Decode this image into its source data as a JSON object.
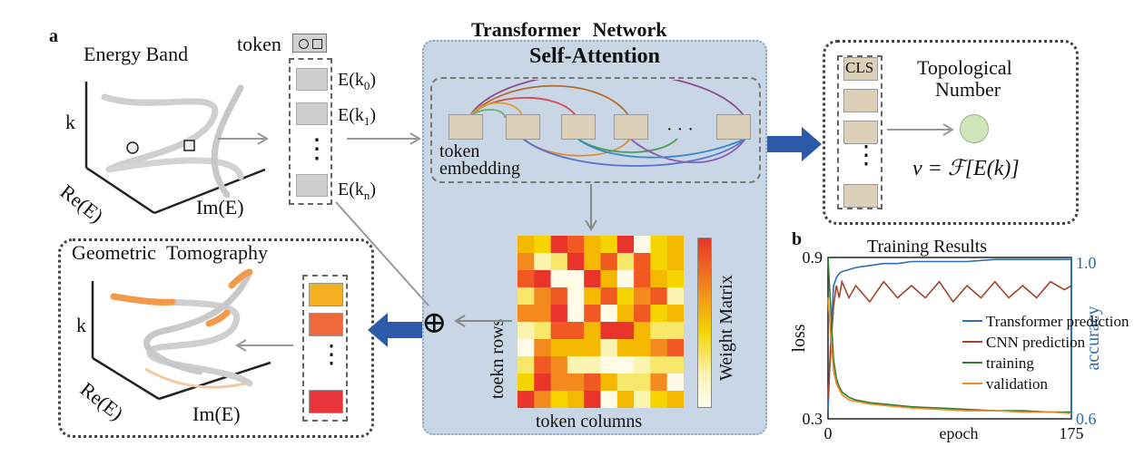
{
  "panel_a": {
    "label": "a",
    "energy_band": {
      "title": "Energy Band",
      "axis_k": "k",
      "axis_re": "Re(E)",
      "axis_im": "Im(E)"
    },
    "tokens": {
      "title": "token",
      "items": [
        "E(k",
        "E(k",
        "E(k"
      ],
      "subs": [
        "0",
        "1",
        "n"
      ],
      "close": ")",
      "ellipsis": "⋮"
    },
    "transformer": {
      "title": "Transformer Network",
      "attention": "Self-Attention",
      "embed_label_1": "token",
      "embed_label_2": "embedding",
      "ellipsis": "· · ·"
    },
    "heatmap": {
      "rows_label": "toekn rows",
      "cols_label": "token columns",
      "colorbar_label": "Weight Matrix"
    },
    "topological": {
      "title_1": "Topological",
      "title_2": "Number",
      "cls": "CLS",
      "formula": "v = ℱ[E(k)]"
    },
    "tomography": {
      "title": "Geometric Tomography",
      "axis_k": "k",
      "axis_re": "Re(E)",
      "axis_im": "Im(E)",
      "colors": [
        "#f4b020",
        "#ee6a3c",
        "#e8343a"
      ]
    },
    "oplus": "⊕"
  },
  "panel_b": {
    "label": "b"
  },
  "chart_data": {
    "type": "line",
    "title": "Training Results",
    "xlabel": "epoch",
    "ylabel_left": "loss",
    "ylabel_right": "accuracy",
    "xlim": [
      0,
      175
    ],
    "ylim_left": [
      0.3,
      0.9
    ],
    "ylim_right": [
      0.6,
      1.0
    ],
    "x_ticks": [
      "0",
      "175"
    ],
    "y_ticks_left": [
      "0.9",
      "0.3"
    ],
    "y_ticks_right": [
      "1.0",
      "0.6"
    ],
    "series": [
      {
        "name": "Transformer prediction",
        "axis": "right",
        "color": "#2f6db3",
        "x": [
          0,
          2,
          4,
          6,
          8,
          10,
          15,
          20,
          30,
          40,
          50,
          60,
          80,
          100,
          120,
          140,
          160,
          175
        ],
        "y": [
          0.62,
          0.8,
          0.93,
          0.95,
          0.96,
          0.965,
          0.97,
          0.975,
          0.98,
          0.985,
          0.985,
          0.99,
          0.99,
          0.99,
          0.995,
          0.995,
          0.995,
          0.995
        ]
      },
      {
        "name": "CNN prediction",
        "axis": "right",
        "color": "#a0452b",
        "x": [
          0,
          2,
          4,
          6,
          8,
          10,
          15,
          20,
          30,
          40,
          50,
          60,
          70,
          80,
          90,
          100,
          110,
          120,
          130,
          140,
          150,
          160,
          170,
          175
        ],
        "y": [
          0.65,
          0.78,
          0.88,
          0.93,
          0.9,
          0.94,
          0.9,
          0.93,
          0.89,
          0.94,
          0.9,
          0.93,
          0.9,
          0.94,
          0.89,
          0.93,
          0.9,
          0.94,
          0.9,
          0.93,
          0.9,
          0.94,
          0.92,
          0.93
        ]
      },
      {
        "name": "training",
        "axis": "left",
        "color": "#2e7d32",
        "x": [
          0,
          2,
          4,
          6,
          8,
          10,
          15,
          20,
          30,
          40,
          50,
          60,
          80,
          100,
          120,
          140,
          160,
          175
        ],
        "y": [
          0.9,
          0.7,
          0.52,
          0.45,
          0.42,
          0.4,
          0.38,
          0.37,
          0.36,
          0.355,
          0.35,
          0.345,
          0.34,
          0.335,
          0.33,
          0.33,
          0.325,
          0.325
        ]
      },
      {
        "name": "validation",
        "axis": "left",
        "color": "#f08a2b",
        "x": [
          0,
          2,
          4,
          6,
          8,
          10,
          15,
          20,
          30,
          40,
          50,
          60,
          80,
          100,
          120,
          140,
          160,
          175
        ],
        "y": [
          0.75,
          0.6,
          0.48,
          0.43,
          0.41,
          0.39,
          0.37,
          0.365,
          0.355,
          0.35,
          0.345,
          0.34,
          0.335,
          0.33,
          0.33,
          0.325,
          0.325,
          0.32
        ]
      }
    ]
  }
}
